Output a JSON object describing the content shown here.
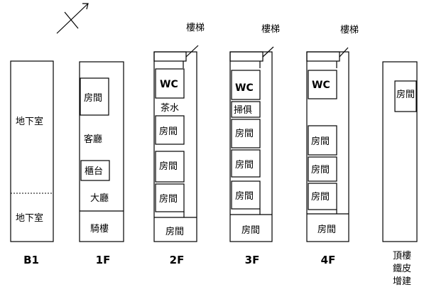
{
  "stairs": [
    "樓梯",
    "樓梯",
    "樓梯"
  ],
  "basement": {
    "upper": "地下室",
    "lower": "地下室"
  },
  "floor1": {
    "room": "房間",
    "living": "客廳",
    "counter": "櫃台",
    "lobby": "大廳",
    "arcade": "騎樓"
  },
  "floor2": {
    "wc": "WC",
    "tea": "茶水",
    "rooms": [
      "房間",
      "房間",
      "房間",
      "房間"
    ]
  },
  "floor3": {
    "wc": "WC",
    "cleaning": "掃俱",
    "rooms": [
      "房間",
      "房間",
      "房間",
      "房間"
    ]
  },
  "floor4": {
    "wc": "WC",
    "rooms": [
      "房間",
      "房間",
      "房間",
      "房間"
    ]
  },
  "roof": {
    "room": "房間"
  },
  "floor_labels": [
    "B1",
    "1F",
    "2F",
    "3F",
    "4F"
  ],
  "roof_label": [
    "頂樓",
    "鐵皮",
    "增建"
  ]
}
